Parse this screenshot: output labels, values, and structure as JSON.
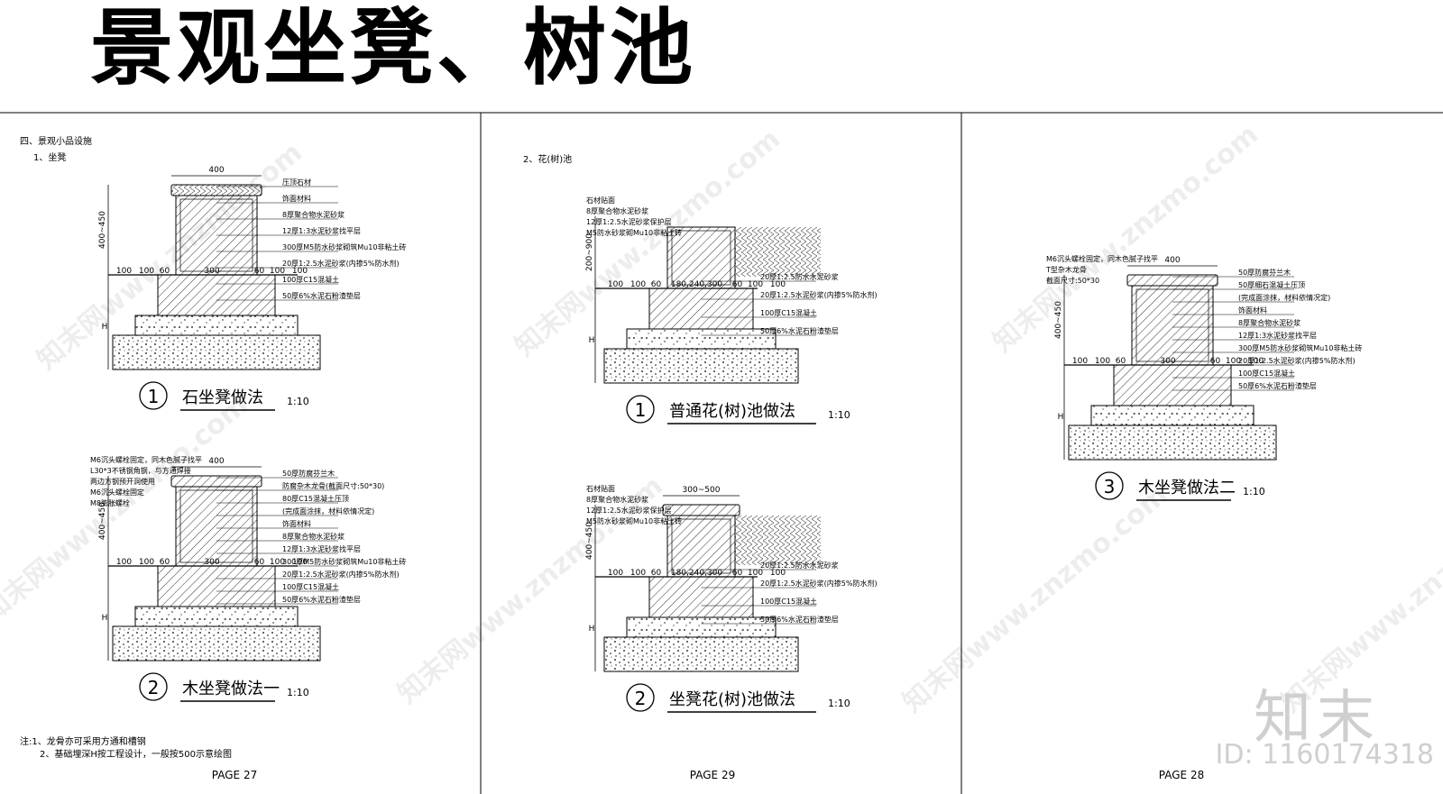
{
  "header": {
    "title": "景观坐凳、树池"
  },
  "panels": [
    {
      "section": "四、景观小品设施",
      "subsection": "1、坐凳",
      "page": "PAGE 27",
      "notes": [
        "注:1、龙骨亦可采用方通和槽钢",
        "2、基础埋深H按工程设计，一般按500示意绘图"
      ],
      "details": [
        {
          "num": "1",
          "name": "石坐凳做法",
          "scale": "1:10",
          "width_dim": "400",
          "height_dim": "400~450",
          "depth_dim": "H",
          "base_dims": [
            "100",
            "100",
            "60",
            "300",
            "60",
            "100",
            "100"
          ],
          "left_labels": [],
          "labels": [
            "压顶石材",
            "饰面材料",
            "8厚聚合物水泥砂浆",
            "12厚1:3水泥砂浆找平层",
            "300厚M5防水砂浆砌筑Mu10非粘土砖",
            "20厚1:2.5水泥砂浆(内掺5%防水剂)",
            "100厚C15混凝土",
            "50厚6%水泥石粉渣垫层"
          ]
        },
        {
          "num": "2",
          "name": "木坐凳做法一",
          "scale": "1:10",
          "width_dim": "400",
          "height_dim": "400~450",
          "depth_dim": "H",
          "base_dims": [
            "100",
            "100",
            "60",
            "300",
            "60",
            "100",
            "100"
          ],
          "left_labels": [
            "M6沉头螺栓固定，同木色腻子找平",
            "L30*3不锈钢角钢，与方通焊接",
            "两边方钢预开洞使用",
            "M6沉头螺栓固定",
            "M8膨胀螺栓"
          ],
          "labels": [
            "50厚防腐芬兰木",
            "防腐杂木龙骨(截面尺寸:50*30)",
            "80厚C15混凝土压顶",
            "(完成面涂抹，材料依情况定)",
            "饰面材料",
            "8厚聚合物水泥砂浆",
            "12厚1:3水泥砂浆找平层",
            "300厚M5防水砂浆砌筑Mu10非粘土砖",
            "20厚1:2.5水泥砂浆(内掺5%防水剂)",
            "100厚C15混凝土",
            "50厚6%水泥石粉渣垫层"
          ]
        }
      ]
    },
    {
      "section": "",
      "subsection": "2、花(树)池",
      "page": "PAGE 29",
      "notes": [],
      "details": [
        {
          "num": "1",
          "name": "普通花(树)池做法",
          "scale": "1:10",
          "width_dim": "",
          "height_dim": "200~900",
          "depth_dim": "H",
          "base_dims": [
            "100",
            "100",
            "60",
            "180,240,300",
            "60",
            "100",
            "100"
          ],
          "left_labels": [
            "石材贴面",
            "8厚聚合物水泥砂浆",
            "12厚1:2.5水泥砂浆保护层",
            "M5防水砂浆砌Mu10非粘土砖"
          ],
          "labels": [
            "20厚1:2.5防水水泥砂浆",
            "20厚1:2.5水泥砂浆(内掺5%防水剂)",
            "100厚C15混凝土",
            "50厚6%水泥石粉渣垫层"
          ]
        },
        {
          "num": "2",
          "name": "坐凳花(树)池做法",
          "scale": "1:10",
          "width_dim": "300~500",
          "height_dim": "400~450",
          "depth_dim": "H",
          "base_dims": [
            "100",
            "100",
            "60",
            "180,240,300",
            "60",
            "100",
            "100"
          ],
          "left_labels": [
            "石材贴面",
            "8厚聚合物水泥砂浆",
            "12厚1:2.5水泥砂浆保护层",
            "M5防水砂浆砌Mu10非粘土砖"
          ],
          "labels": [
            "20厚1:2.5防水水泥砂浆",
            "20厚1:2.5水泥砂浆(内掺5%防水剂)",
            "100厚C15混凝土",
            "50厚6%水泥石粉渣垫层"
          ]
        }
      ]
    },
    {
      "section": "",
      "subsection": "",
      "page": "PAGE 28",
      "notes": [],
      "details": [
        {
          "num": "3",
          "name": "木坐凳做法二",
          "scale": "1:10",
          "width_dim": "400",
          "height_dim": "400~450",
          "depth_dim": "H",
          "base_dims": [
            "100",
            "100",
            "60",
            "300",
            "60",
            "100",
            "100"
          ],
          "left_labels": [
            "M6沉头螺栓固定，同木色腻子找平",
            "T型杂木龙骨",
            "截面尺寸:50*30"
          ],
          "labels": [
            "50厚防腐芬兰木",
            "50厚细石混凝土压顶",
            "(完成面涂抹，材料依情况定)",
            "饰面材料",
            "8厚聚合物水泥砂浆",
            "12厚1:3水泥砂浆找平层",
            "300厚M5防水砂浆砌筑Mu10非粘土砖",
            "20厚1:2.5水泥砂浆(内掺5%防水剂)",
            "100厚C15混凝土",
            "50厚6%水泥石粉渣垫层"
          ]
        }
      ]
    }
  ],
  "watermark": {
    "text": "知末网www.znzmo.com",
    "brand": "知末",
    "image_id": "ID: 1160174318"
  }
}
